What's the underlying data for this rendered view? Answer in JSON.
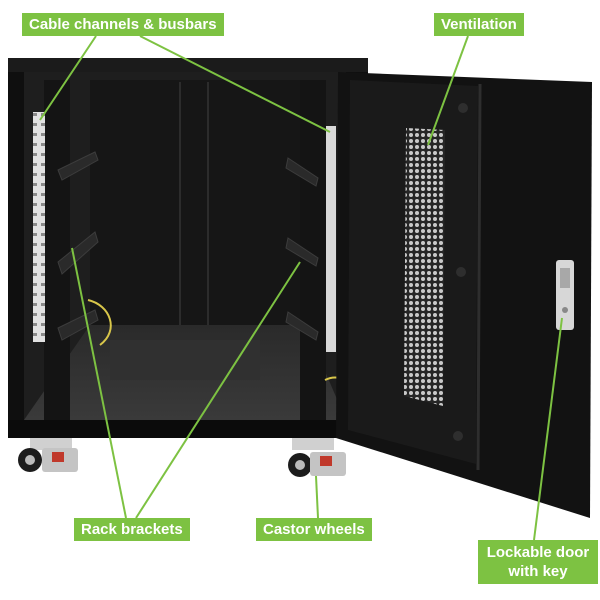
{
  "callouts": {
    "cable_channels": "Cable channels & busbars",
    "ventilation": "Ventilation",
    "rack_brackets": "Rack brackets",
    "castor_wheels": "Castor wheels",
    "lockable_door": "Lockable door with key"
  },
  "colors": {
    "callout_bg": "#7dc242",
    "leader_line": "#7dc242",
    "cabinet_body": "#111111",
    "cabinet_interior": "#1e1e1e",
    "busbar": "#d8d8d8",
    "background": "#ffffff"
  }
}
